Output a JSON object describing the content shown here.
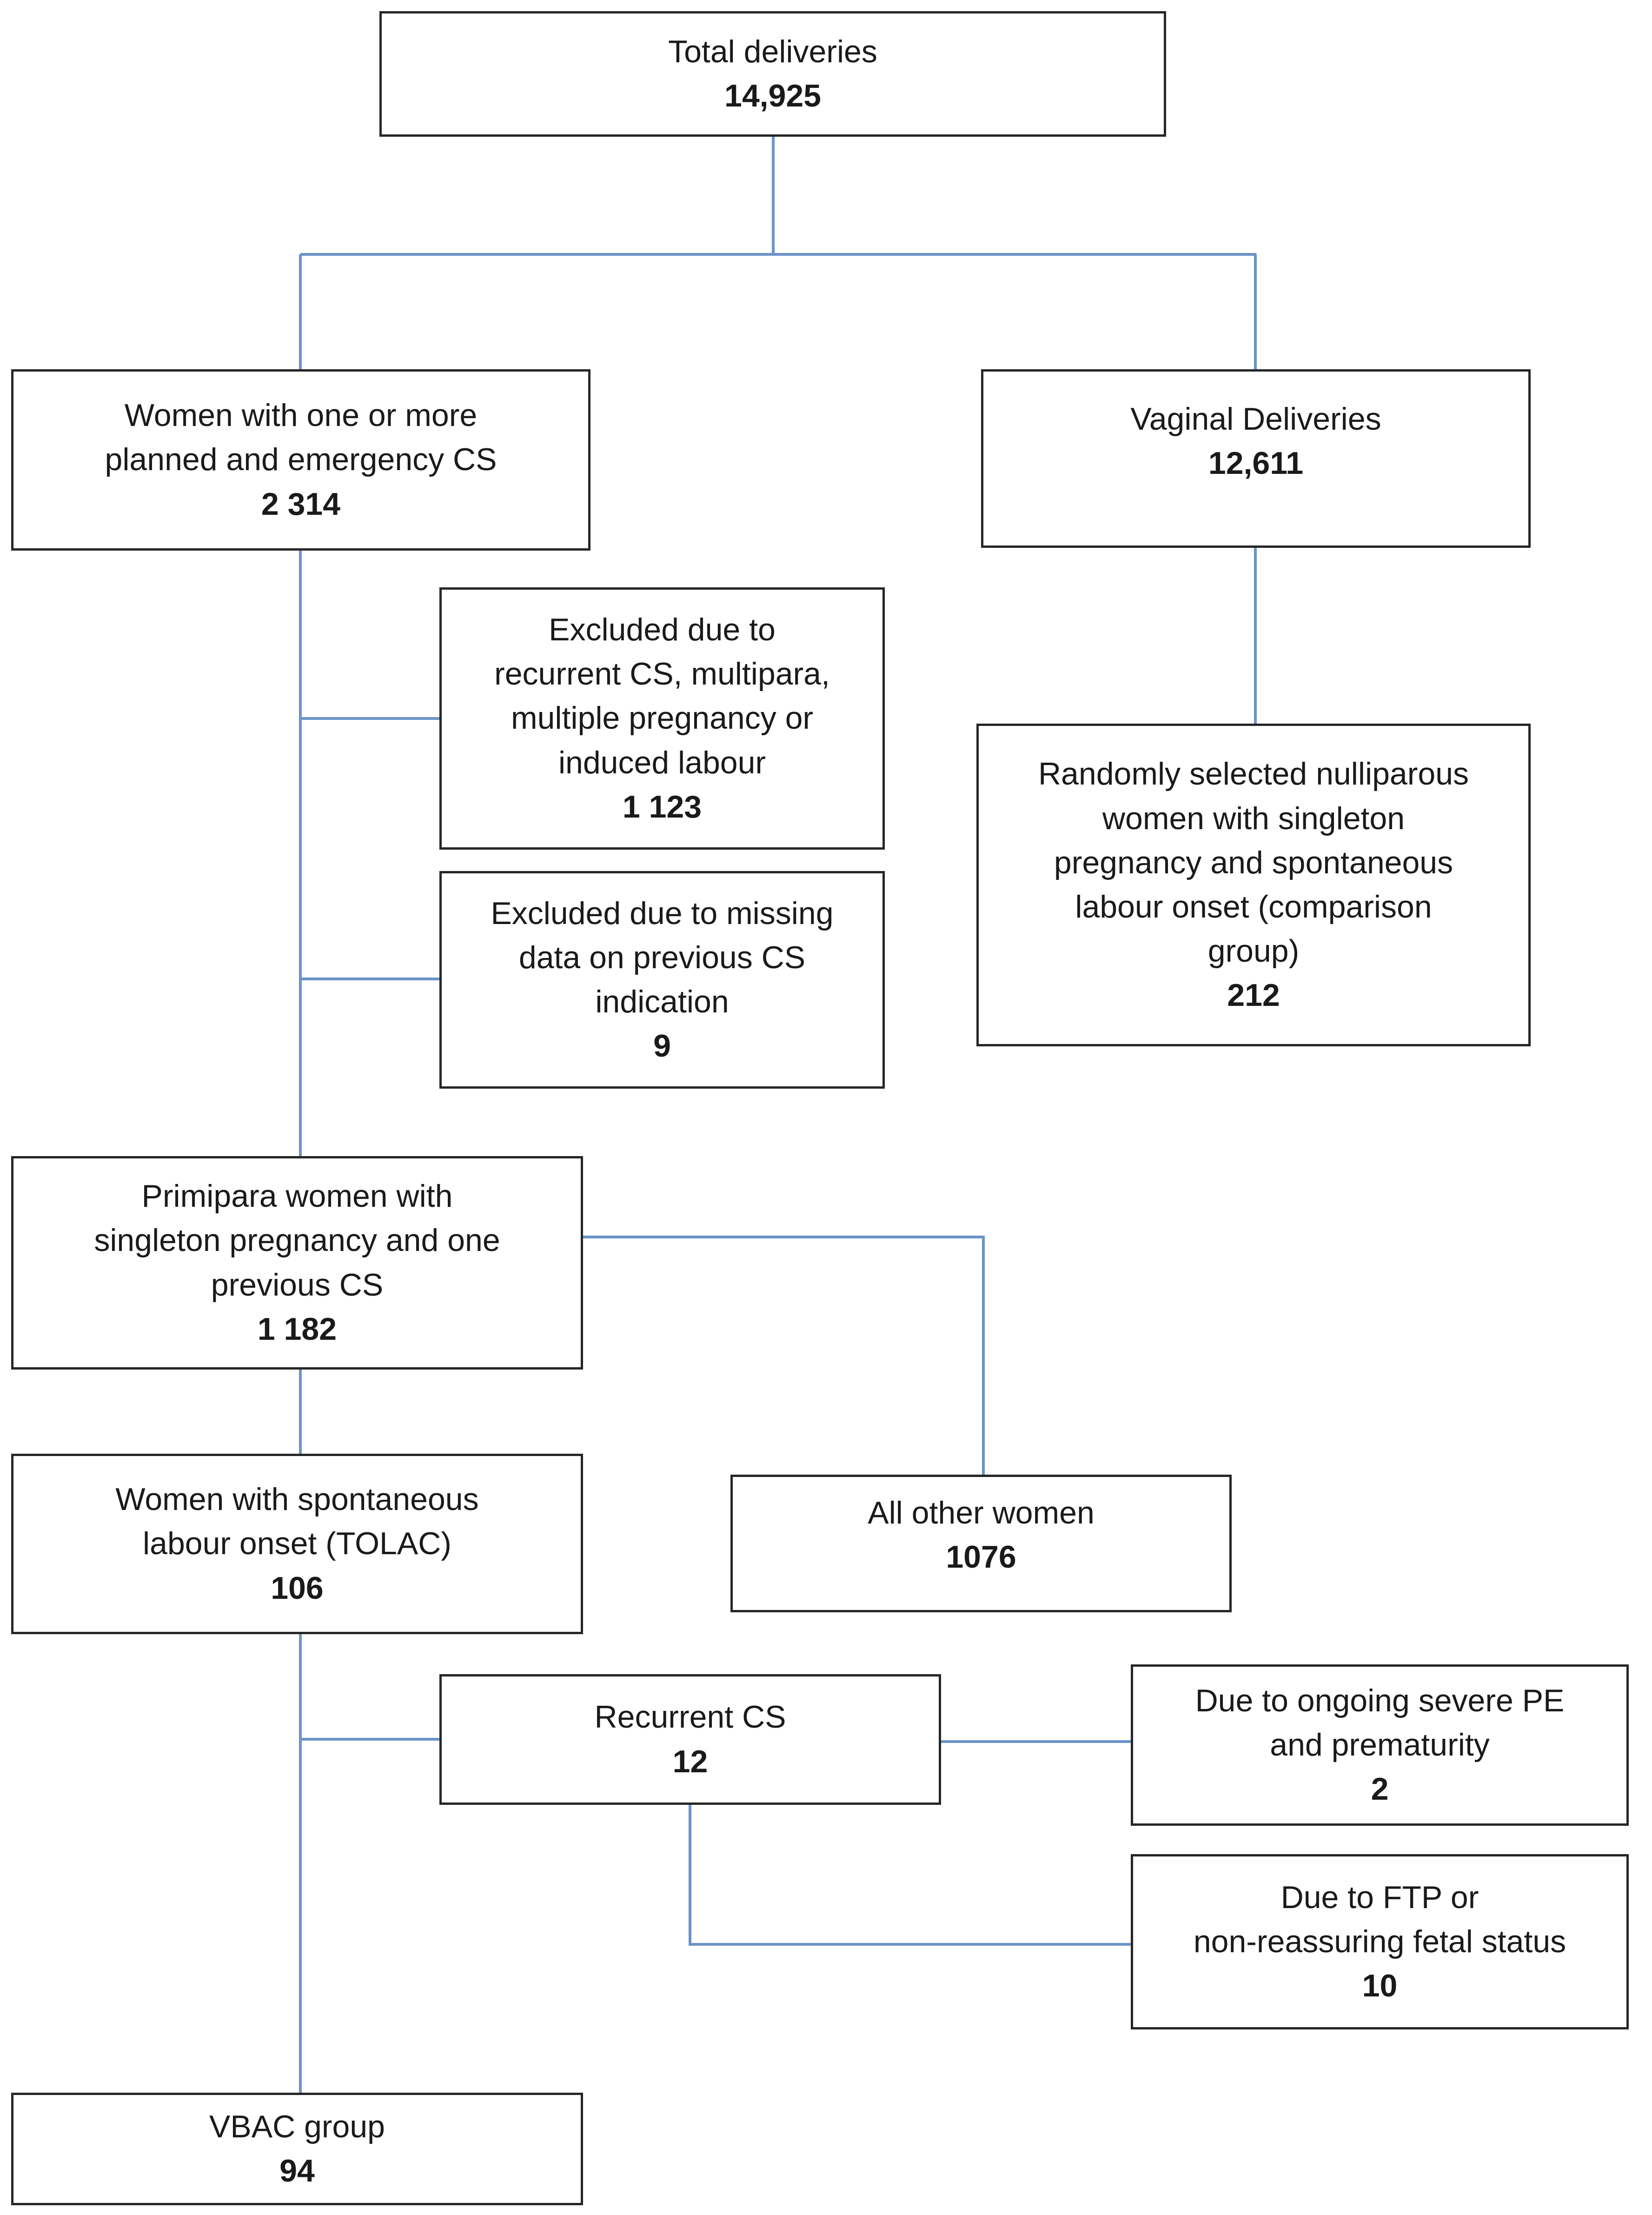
{
  "theme": {
    "line_color": "#6b94c7",
    "box_border_color": "#262626",
    "text_color": "#1a1a1a",
    "background": "#ffffff"
  },
  "nodes": {
    "total": {
      "label": "Total deliveries",
      "value": "14,925"
    },
    "cs": {
      "label": "Women with one or more\nplanned and emergency CS",
      "value": "2 314"
    },
    "vaginal": {
      "label": "Vaginal Deliveries",
      "value": "12,611"
    },
    "excluded_recurrent": {
      "label": "Excluded due to\nrecurrent CS, multipara,\nmultiple pregnancy or\ninduced labour",
      "value": "1 123"
    },
    "excluded_missing": {
      "label": "Excluded due to missing\ndata on previous CS\nindication",
      "value": "9"
    },
    "comparison": {
      "label": "Randomly selected nulliparous\nwomen with singleton\npregnancy and spontaneous\nlabour onset (comparison\ngroup)",
      "value": "212"
    },
    "primipara": {
      "label": "Primipara women with\nsingleton pregnancy and one\nprevious CS",
      "value": "1 182"
    },
    "tolac": {
      "label": "Women with spontaneous\nlabour onset (TOLAC)",
      "value": "106"
    },
    "all_other": {
      "label": "All other women",
      "value": "1076"
    },
    "recurrent_cs": {
      "label": "Recurrent CS",
      "value": "12"
    },
    "pe": {
      "label": "Due to ongoing severe PE\nand prematurity",
      "value": "2"
    },
    "ftp": {
      "label": "Due to FTP or\nnon-reassuring fetal status",
      "value": "10"
    },
    "vbac": {
      "label": "VBAC group",
      "value": "94"
    }
  },
  "edges": [
    {
      "from": "total",
      "to": "cs"
    },
    {
      "from": "total",
      "to": "vaginal"
    },
    {
      "from": "cs",
      "to": "excluded_recurrent"
    },
    {
      "from": "cs",
      "to": "excluded_missing"
    },
    {
      "from": "cs",
      "to": "primipara"
    },
    {
      "from": "vaginal",
      "to": "comparison"
    },
    {
      "from": "primipara",
      "to": "tolac"
    },
    {
      "from": "primipara",
      "to": "all_other"
    },
    {
      "from": "tolac",
      "to": "recurrent_cs"
    },
    {
      "from": "tolac",
      "to": "vbac"
    },
    {
      "from": "recurrent_cs",
      "to": "pe"
    },
    {
      "from": "recurrent_cs",
      "to": "ftp"
    }
  ]
}
